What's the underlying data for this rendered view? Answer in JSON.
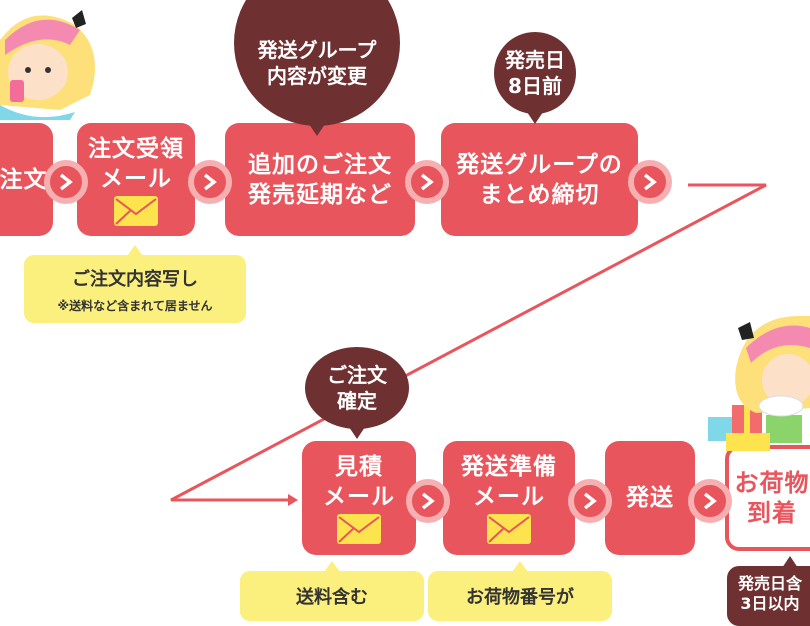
{
  "steps": [
    {
      "id": "order",
      "label": "注文"
    },
    {
      "id": "order-received-mail",
      "label": "注文受領\nメール"
    },
    {
      "id": "add-order",
      "label": "追加のご注文\n発売延期など"
    },
    {
      "id": "shipping-group-cutoff",
      "label": "発送グループの\nまとめ締切"
    },
    {
      "id": "estimate-mail",
      "label": "見積\nメール"
    },
    {
      "id": "shipping-prep-mail",
      "label": "発送準備\nメール"
    },
    {
      "id": "shipping",
      "label": "発送"
    },
    {
      "id": "package-arrival",
      "label": "お荷物\n到着"
    }
  ],
  "bubbles": {
    "group_change": "発送グループ\n内容が変更",
    "release_8days": "発売日\n8日前",
    "order_confirmed": "ご注文\n確定",
    "release_date_incl": "発売日含\n3日以内"
  },
  "notes": {
    "order_copy_title": "ご注文内容写し",
    "order_copy_sub": "※送料など含まれて居ません",
    "shipping_included": "送料含む",
    "tracking_number": "お荷物番号が"
  },
  "icons": [
    "mail-icon",
    "chevron-right-icon",
    "character-girl-icon",
    "gift-boxes-icon"
  ],
  "colors": {
    "step_red": "#e8555c",
    "bubble_brown": "#6e3030",
    "note_yellow": "#fbef7e",
    "arrow_ring": "#f7b0b2"
  }
}
